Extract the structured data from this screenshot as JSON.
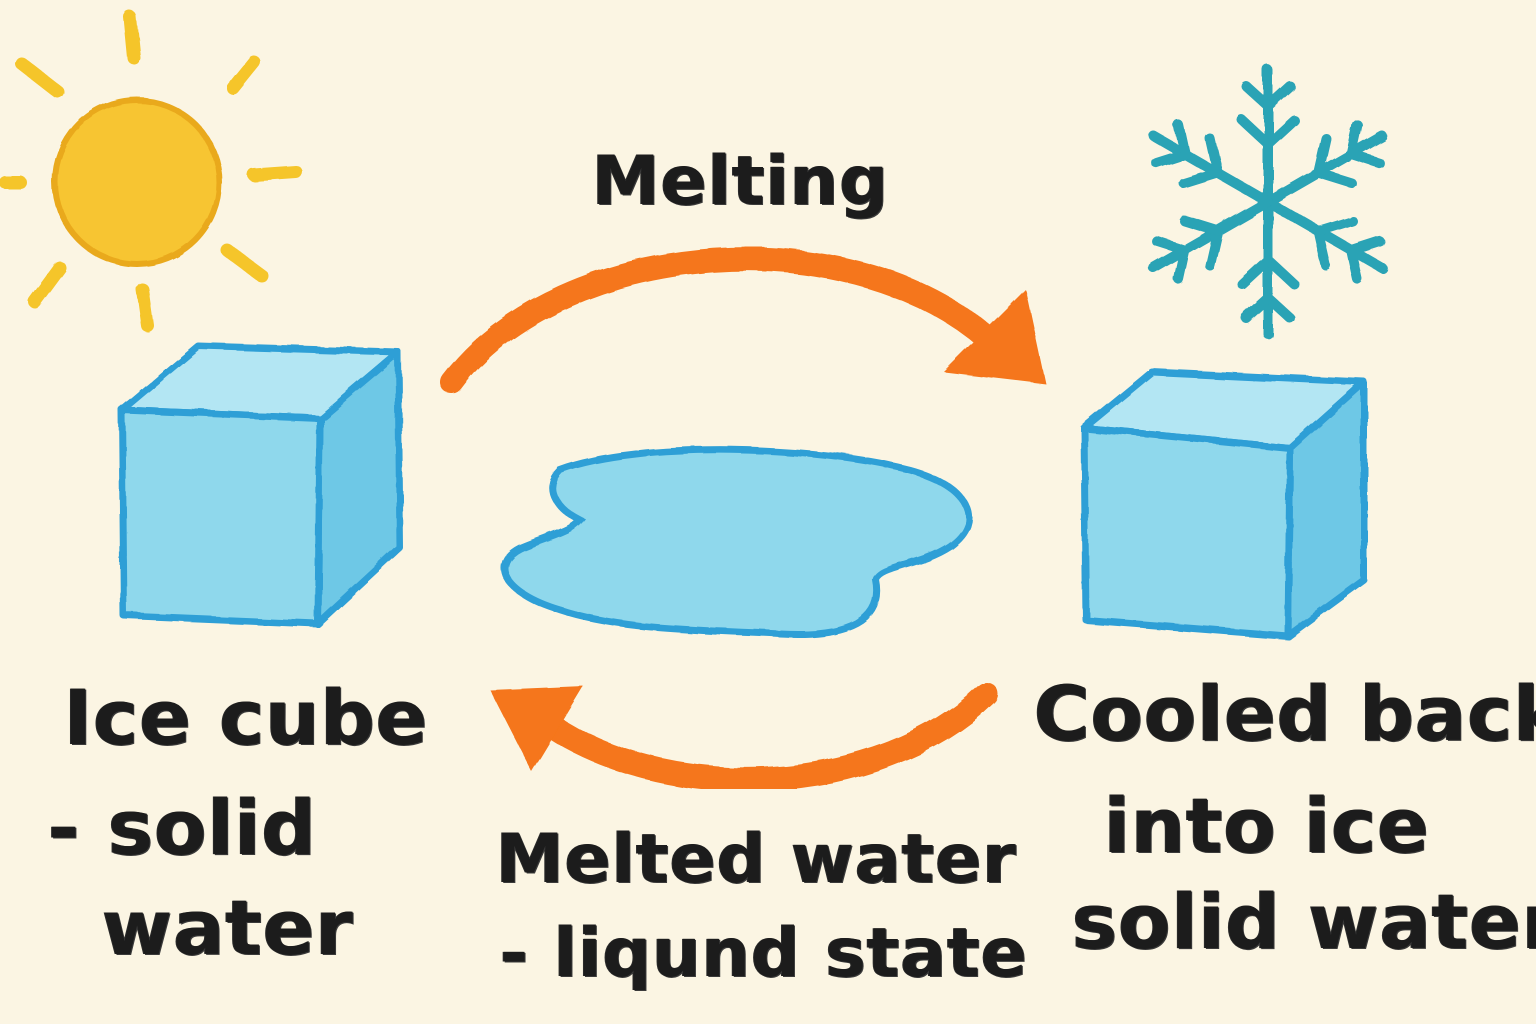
{
  "labels": {
    "top_process": "Melting",
    "left_line1": "Ice cube",
    "left_line2": "- solid",
    "left_line3": "water",
    "center_line1": "Melted water",
    "center_line2": "- liqund state",
    "right_line1": "Cooled back",
    "right_line2": "into ice",
    "right_line3": "solid water"
  },
  "icons": {
    "sun": "sun-icon",
    "snowflake": "snowflake-icon",
    "ice_left": "ice-cube-icon",
    "puddle": "water-puddle-icon",
    "ice_right": "ice-cube-icon"
  },
  "colors": {
    "background": "#fbf5e3",
    "sun": "#f7c531",
    "ice_fill": "#8fd8ec",
    "ice_outline": "#2f9fd6",
    "snowflake": "#2aa3b5",
    "arrow": "#f5761a",
    "text": "#1c1c1c"
  }
}
